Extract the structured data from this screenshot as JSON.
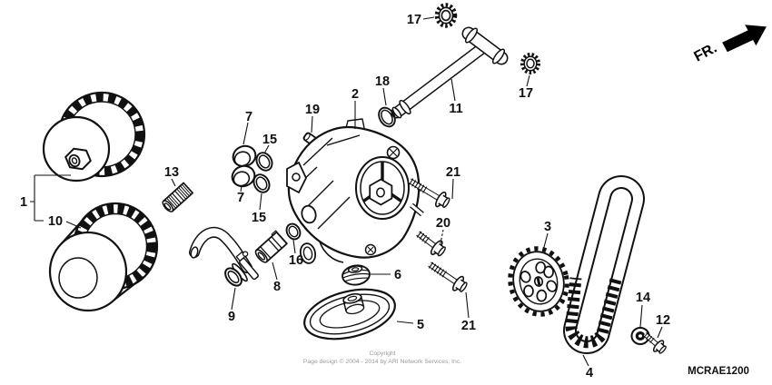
{
  "figure": {
    "diagram_code": "MCRAE1200",
    "direction_indicator": "FR.",
    "copyright_line1": "Copyright",
    "copyright_line2": "Page design © 2004 - 2014 by ARI Network Services, Inc."
  },
  "colors": {
    "line": "#111111",
    "muted_text": "#9a9a9a",
    "background": "#ffffff"
  },
  "callouts": {
    "n1": "1",
    "n2": "2",
    "n3": "3",
    "n4": "4",
    "n5": "5",
    "n6": "6",
    "n7": "7",
    "n8": "8",
    "n9": "9",
    "n10": "10",
    "n11": "11",
    "n12": "12",
    "n13": "13",
    "n14": "14",
    "n15": "15",
    "n16": "16",
    "n17": "17",
    "n18": "18",
    "n19": "19",
    "n20": "20",
    "n21": "21"
  }
}
